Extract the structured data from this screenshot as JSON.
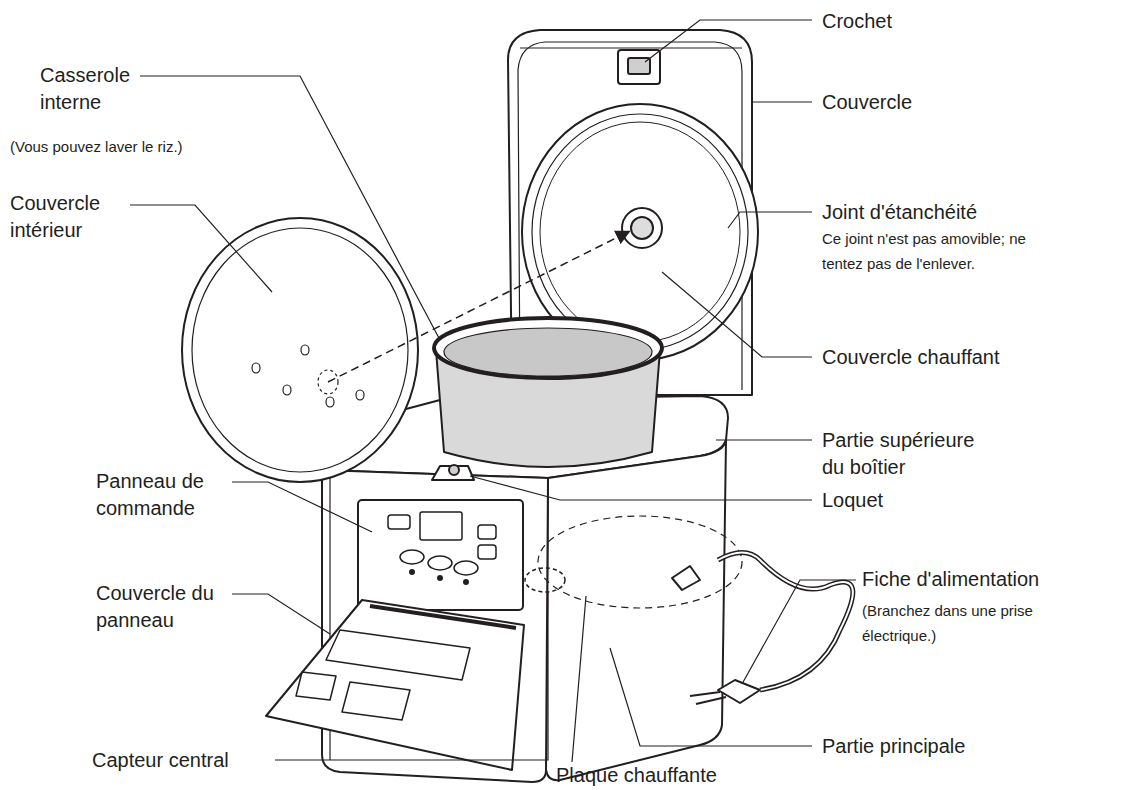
{
  "diagram": {
    "labels": [
      "Crochet",
      "Couvercle",
      "Casserole interne",
      "(Vous pouvez laver le riz.)",
      "Couvercle intérieur",
      "Joint d'étanchéité",
      "Ce joint n'est pas amovible; ne tentez pas de l'enlever.",
      "Couvercle chauffant",
      "Partie supérieure du boîtier",
      "Panneau de commande",
      "Loquet",
      "Couvercle du panneau",
      "Fiche d'alimentation",
      "(Branchez dans une prise électrique.)",
      "Capteur central",
      "Partie principale",
      "Plaque chauffante"
    ]
  }
}
